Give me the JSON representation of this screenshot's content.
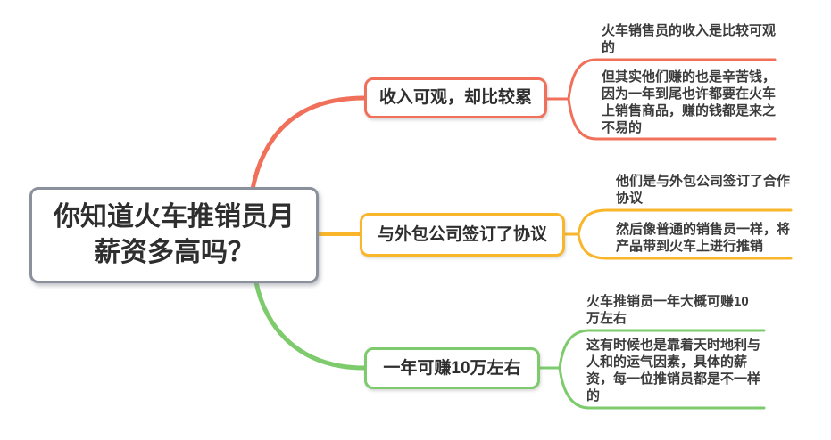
{
  "canvas": {
    "background_color": "#ffffff",
    "text_color": "#3b3b3b"
  },
  "root": {
    "label": "你知道火车推销员月薪资多高吗？",
    "border_color": "#8A919C"
  },
  "branches": [
    {
      "label": "收入可观，却比较累",
      "color": "#F0705A",
      "children": [
        "火车销售员的收入是比较可观的",
        "但其实他们赚的也是辛苦钱，因为一年到尾也许都要在火车上销售商品，赚的钱都是来之不易的"
      ]
    },
    {
      "label": "与外包公司签订了协议",
      "color": "#FAB62B",
      "children": [
        "他们是与外包公司签订了合作协议",
        "然后像普通的销售员一样，将产品带到火车上进行推销"
      ]
    },
    {
      "label": "一年可赚10万左右",
      "color": "#7DCB6C",
      "children": [
        "火车推销员一年大概可赚10万左右",
        "这有时候也是靠着天时地利与人和的运气因素，具体的薪资，每一位推销员都是不一样的"
      ]
    }
  ]
}
